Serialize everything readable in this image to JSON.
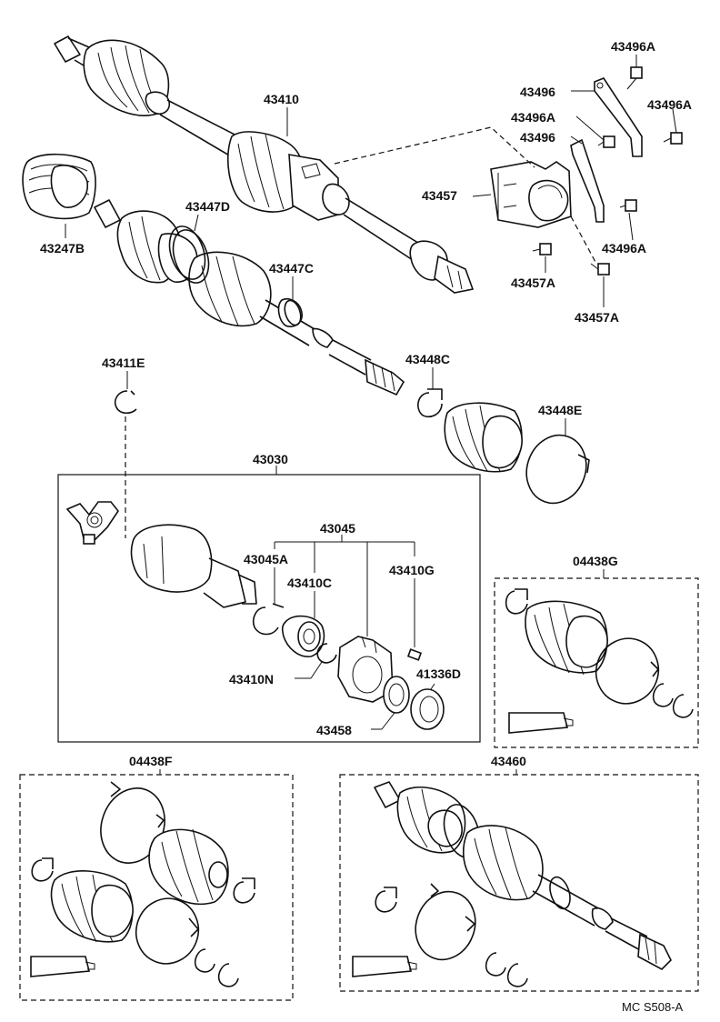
{
  "labels": {
    "p43410": "43410",
    "p43496A_top": "43496A",
    "p43496_a": "43496",
    "p43496A_right": "43496A",
    "p43496A_mid": "43496A",
    "p43496_b": "43496",
    "p43457": "43457",
    "p43496A_low": "43496A",
    "p43457A_a": "43457A",
    "p43457A_b": "43457A",
    "p43447D": "43447D",
    "p43247B": "43247B",
    "p43447C": "43447C",
    "p43411E": "43411E",
    "p43448C": "43448C",
    "p43448E": "43448E",
    "p43030": "43030",
    "p43045": "43045",
    "p43045A": "43045A",
    "p43410C": "43410C",
    "p43410G": "43410G",
    "p43410N": "43410N",
    "p41336D": "41336D",
    "p43458": "43458",
    "p04438G": "04438G",
    "p04438F": "04438F",
    "p43460": "43460"
  },
  "footer_code": "MC S508-A"
}
